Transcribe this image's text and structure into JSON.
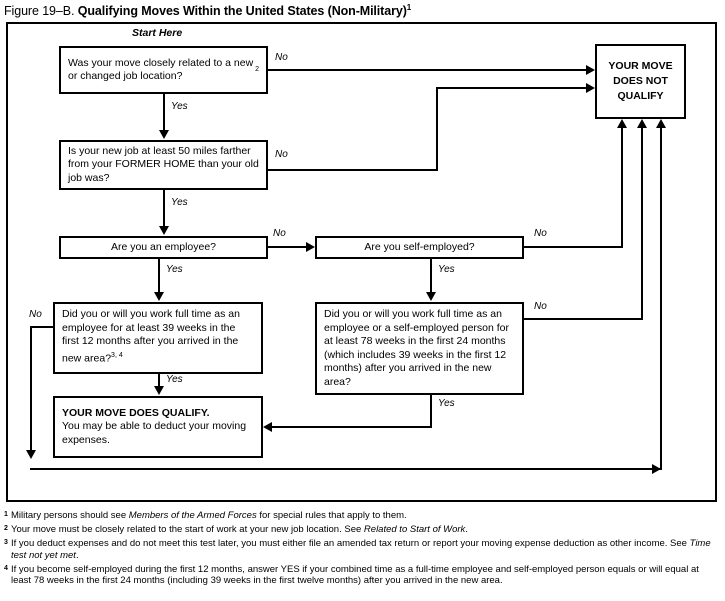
{
  "figure": {
    "number": "Figure 19–B.",
    "title": "Qualifying Moves Within the United States (Non-Military)",
    "title_footnote": "1"
  },
  "chart_data": {
    "type": "flowchart",
    "title": "Qualifying Moves Within the United States (Non-Military)",
    "start_label": "Start Here",
    "nodes": [
      {
        "id": "q1",
        "kind": "decision",
        "text": "Was your move closely related to a new or changed job location?",
        "footnote": "2"
      },
      {
        "id": "q2",
        "kind": "decision",
        "text": "Is your new job at least 50 miles farther from your FORMER HOME than your old job was?"
      },
      {
        "id": "q3",
        "kind": "decision",
        "text": "Are you an employee?"
      },
      {
        "id": "q4",
        "kind": "decision",
        "text": "Are you self-employed?"
      },
      {
        "id": "q5",
        "kind": "decision",
        "text": "Did you or will you work full time as an employee for at least 39 weeks in the first 12 months after you arrived in the new area?",
        "footnote": "3, 4"
      },
      {
        "id": "q6",
        "kind": "decision",
        "text": "Did you or will you work full time as an employee or a self-employed person for at least 78 weeks in the first 24 months (which includes 39 weeks in the first 12 months) after you arrived in the new area?"
      },
      {
        "id": "fail",
        "kind": "terminal",
        "text": "YOUR MOVE DOES NOT QUALIFY"
      },
      {
        "id": "pass",
        "kind": "terminal",
        "text_bold": "YOUR MOVE DOES QUALIFY.",
        "text_rest": "You may be able to deduct your moving expenses."
      }
    ],
    "edges": [
      {
        "from": "q1",
        "to": "fail",
        "label": "No"
      },
      {
        "from": "q1",
        "to": "q2",
        "label": "Yes"
      },
      {
        "from": "q2",
        "to": "fail",
        "label": "No"
      },
      {
        "from": "q2",
        "to": "q3",
        "label": "Yes"
      },
      {
        "from": "q3",
        "to": "q4",
        "label": "No"
      },
      {
        "from": "q3",
        "to": "q5",
        "label": "Yes"
      },
      {
        "from": "q4",
        "to": "fail",
        "label": "No"
      },
      {
        "from": "q4",
        "to": "q6",
        "label": "Yes"
      },
      {
        "from": "q5",
        "to": "fail",
        "label": "No"
      },
      {
        "from": "q5",
        "to": "pass",
        "label": "Yes"
      },
      {
        "from": "q6",
        "to": "fail",
        "label": "No"
      },
      {
        "from": "q6",
        "to": "pass",
        "label": "Yes"
      }
    ]
  },
  "labels": {
    "start_here": "Start Here",
    "q1_text": "Was your move closely related to a new or changed job location?",
    "q1_sup": "2",
    "q2_text": "Is your new job at least 50 miles farther from your FORMER HOME than your old job was?",
    "q3_text": "Are you an employee?",
    "q4_text": "Are you self-employed?",
    "q5_text": "Did you or will you work full time as an employee for at least 39 weeks in the first 12 months after you arrived in the new area?",
    "q5_sup": "3, 4",
    "q6_text": "Did you or will you work full time as an employee or a self-employed person for at least 78 weeks in the first 24 months (which includes 39 weeks in the first 12 months) after you arrived in the new area?",
    "fail_text": "YOUR MOVE DOES NOT QUALIFY",
    "pass_head": "YOUR MOVE DOES QUALIFY.",
    "pass_body": "You may be able to deduct your moving expenses.",
    "no": "No",
    "yes": "Yes"
  },
  "edge_labels": {
    "q1_no": "No",
    "q1_yes": "Yes",
    "q2_no": "No",
    "q2_yes": "Yes",
    "q3_no": "No",
    "q3_yes": "Yes",
    "q4_no": "No",
    "q4_yes": "Yes",
    "q5_no": "No",
    "q5_yes": "Yes",
    "q6_no": "No",
    "q6_yes": "Yes"
  },
  "footnotes": [
    {
      "marker": "1",
      "parts": [
        {
          "text": "Military persons should see ",
          "italic": false
        },
        {
          "text": "Members of the Armed Forces",
          "italic": true
        },
        {
          "text": " for special rules that apply to them.",
          "italic": false
        }
      ]
    },
    {
      "marker": "2",
      "parts": [
        {
          "text": "Your move must be closely related to the start of work at your new job location. See ",
          "italic": false
        },
        {
          "text": "Related to Start of Work",
          "italic": true
        },
        {
          "text": ".",
          "italic": false
        }
      ]
    },
    {
      "marker": "3",
      "parts": [
        {
          "text": "If you deduct expenses and do not meet this test later, you must either file an amended tax return or report your moving expense deduction as other income. See ",
          "italic": false
        },
        {
          "text": "Time test not yet met",
          "italic": true
        },
        {
          "text": ".",
          "italic": false
        }
      ]
    },
    {
      "marker": "4",
      "parts": [
        {
          "text": "If you become self-employed during the first 12 months, answer YES if your combined time as a full-time employee and self-employed person equals or will equal at least 78 weeks in the first 24 months (including 39 weeks in the first twelve months) after you arrived in the new area.",
          "italic": false
        }
      ]
    }
  ],
  "colors": {
    "ink": "#000000",
    "paper": "#ffffff"
  }
}
